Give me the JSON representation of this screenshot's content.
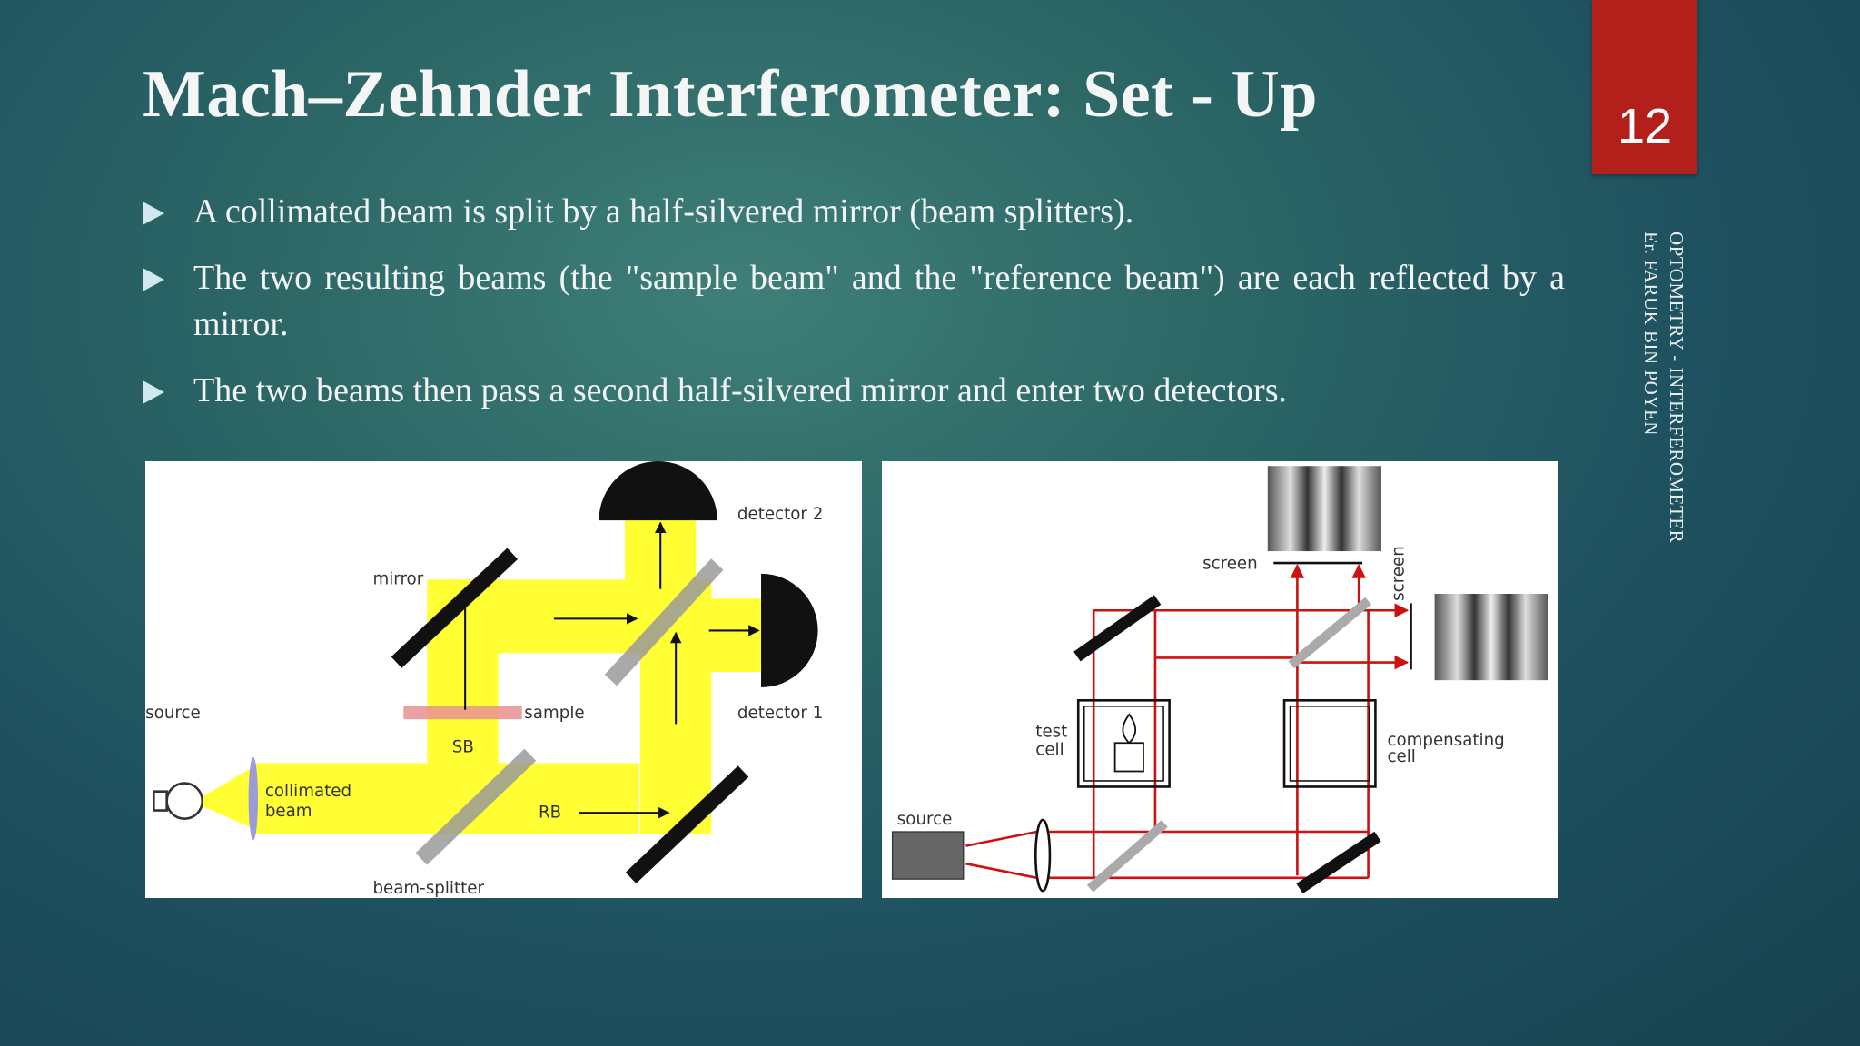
{
  "slide": {
    "title": "Mach–Zehnder Interferometer: Set - Up",
    "page_number": "12",
    "side_text": [
      "OPTOMETRY - INTERFEROMETER",
      "Er. FARUK BIN POYEN"
    ],
    "bullets": [
      "A collimated beam is split by a half-silvered mirror (beam splitters).",
      "The two resulting beams (the \"sample beam\" and the \"reference beam\") are each reflected by a mirror.",
      "The two beams then pass a second half-silvered mirror and enter two detectors."
    ]
  },
  "figure1": {
    "labels": {
      "detector2": "detector 2",
      "mirror": "mirror",
      "source": "source",
      "sample": "sample",
      "detector1": "detector 1",
      "sb": "SB",
      "collimated": "collimated",
      "beam": "beam",
      "rb": "RB",
      "beam_splitter": "beam-splitter"
    }
  },
  "figure2": {
    "labels": {
      "screen_top": "screen",
      "screen_side": "screen",
      "test": "test",
      "cell": "cell",
      "compensating": "compensating",
      "cell2": "cell",
      "source": "source"
    }
  },
  "colors": {
    "beam_yellow": "#ffff33",
    "ray_red": "#cc1111",
    "badge_red": "#b3201c",
    "bullet_arrow": "#d2e8ee"
  }
}
